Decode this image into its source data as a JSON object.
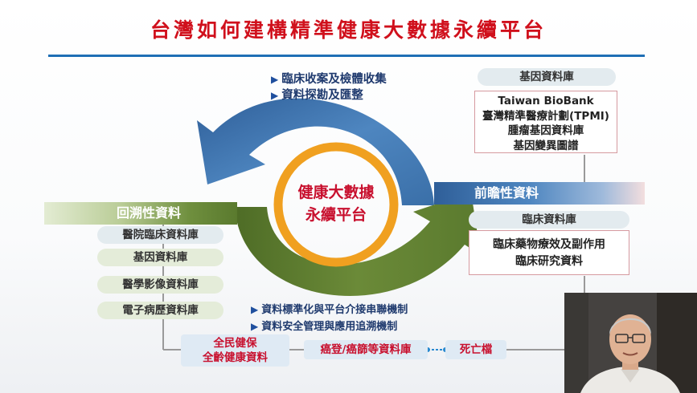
{
  "title": "台灣如何建構精準健康大數據永續平台",
  "center": {
    "line1": "健康大數據",
    "line2": "永續平台"
  },
  "top_bullets": [
    "臨床收案及檢體收集",
    "資料探勘及匯整"
  ],
  "bottom_bullets": [
    "資料標準化與平台介接串聯機制",
    "資料安全管理與應用追溯機制"
  ],
  "bullet_marker": "▶",
  "genomic": {
    "pill": "基因資料庫",
    "items": [
      "Taiwan BioBank",
      "臺灣精準醫療計劃(TPMI)",
      "腫瘤基因資料庫",
      "基因變異圖譜"
    ]
  },
  "prospective": {
    "header": "前瞻性資料"
  },
  "clinical": {
    "pill": "臨床資料庫",
    "items": [
      "臨床藥物療效及副作用",
      "臨床研究資料"
    ]
  },
  "retrospective": {
    "header": "回溯性資料",
    "items": [
      "醫院臨床資料庫",
      "基因資料庫",
      "醫學影像資料庫",
      "電子病歷資料庫"
    ]
  },
  "bottom_row": {
    "nhi": {
      "line1": "全民健保",
      "line2": "全齡健康資料"
    },
    "cancer": "癌登/癌篩等資料庫",
    "death": "死亡檔"
  },
  "colors": {
    "title": "#d0101c",
    "blue_arrow": "#3a6fa8",
    "green_arrow": "#5a7a2e",
    "ring": "#f0a020",
    "accent": "#c8102e"
  }
}
